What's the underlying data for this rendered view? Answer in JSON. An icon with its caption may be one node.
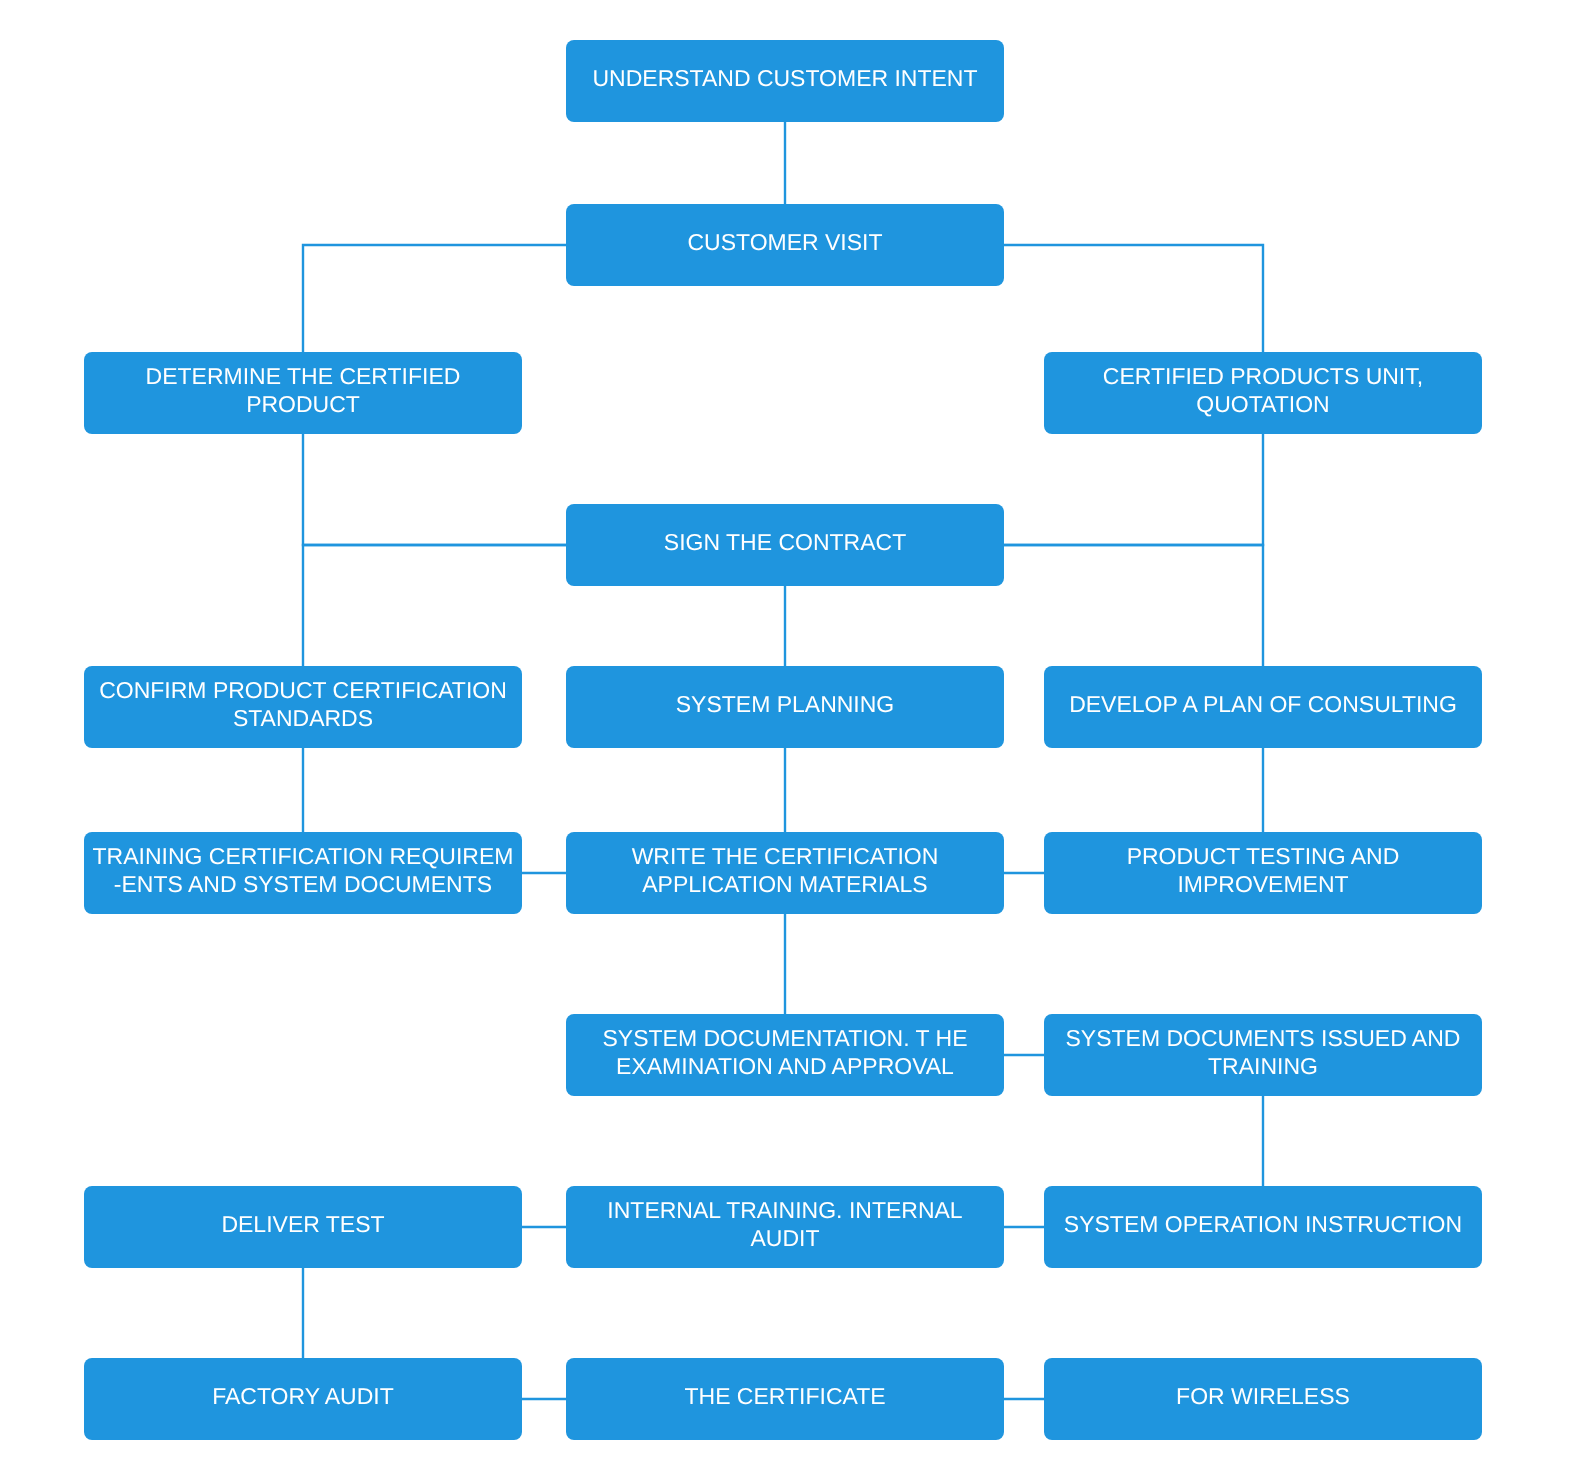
{
  "diagram": {
    "nodes": [
      {
        "text": [
          "UNDERSTAND CUSTOMER INTENT"
        ]
      },
      {
        "text": [
          "CUSTOMER VISIT"
        ]
      },
      {
        "text": [
          "DETERMINE THE CERTIFIED PRODUCT"
        ]
      },
      {
        "text": [
          "CERTIFIED PRODUCTS UNIT, QUOTATION"
        ]
      },
      {
        "text": [
          "SIGN THE CONTRACT"
        ]
      },
      {
        "text": [
          "CONFIRM PRODUCT CERTIFICATION STANDARDS"
        ]
      },
      {
        "text": [
          "SYSTEM PLANNING"
        ]
      },
      {
        "text": [
          "DEVELOP A PLAN OF CONSULTING"
        ]
      },
      {
        "text": [
          "TRAINING CERTIFICATION REQUIREM -ENTS AND SYSTEM DOCUMENTS"
        ]
      },
      {
        "text": [
          "WRITE THE CERTIFICATION APPLICATION MATERIALS"
        ]
      },
      {
        "text": [
          "PRODUCT TESTING AND IMPROVEMENT"
        ]
      },
      {
        "text": [
          "SYSTEM DOCUMENTATION. T HE EXAMINATION AND APPROVAL"
        ]
      },
      {
        "text": [
          "SYSTEM DOCUMENTS ISSUED AND TRAINING"
        ]
      },
      {
        "text": [
          "DELIVER TEST"
        ]
      },
      {
        "text": [
          "INTERNAL TRAINING. INTERNAL AUDIT"
        ]
      },
      {
        "text": [
          "SYSTEM OPERATION INSTRUCTION"
        ]
      },
      {
        "text": [
          "FACTORY AUDIT"
        ]
      },
      {
        "text": [
          "THE CERTIFICATE"
        ]
      },
      {
        "text": [
          "FOR WIRELESS"
        ]
      }
    ],
    "edges": [
      {
        "from": 0,
        "to": 1,
        "arrow": "none"
      },
      {
        "from": 1,
        "to": 2,
        "arrow": "none"
      },
      {
        "from": 1,
        "to": 3,
        "arrow": "none"
      },
      {
        "from": 2,
        "to": 4,
        "arrow": "none"
      },
      {
        "from": 3,
        "to": 4,
        "arrow": "none"
      },
      {
        "from": 4,
        "to": 5,
        "arrow": "none"
      },
      {
        "from": 4,
        "to": 6,
        "arrow": "none"
      },
      {
        "from": 4,
        "to": 7,
        "arrow": "none"
      },
      {
        "from": 5,
        "to": 8,
        "arrow": "none"
      },
      {
        "from": 6,
        "to": 9,
        "arrow": "none"
      },
      {
        "from": 7,
        "to": 10,
        "arrow": "none"
      },
      {
        "from": 8,
        "to": 9,
        "arrow": "none"
      },
      {
        "from": 9,
        "to": 10,
        "arrow": "none"
      },
      {
        "from": 9,
        "to": 11,
        "arrow": "none"
      },
      {
        "from": 11,
        "to": 12,
        "arrow": "none"
      },
      {
        "from": 12,
        "to": 15,
        "arrow": "none"
      },
      {
        "from": 15,
        "to": 14,
        "arrow": "none"
      },
      {
        "from": 14,
        "to": 13,
        "arrow": "none"
      },
      {
        "from": 13,
        "to": 16,
        "arrow": "none"
      },
      {
        "from": 16,
        "to": 17,
        "arrow": "none"
      },
      {
        "from": 17,
        "to": 18,
        "arrow": "none"
      }
    ]
  }
}
